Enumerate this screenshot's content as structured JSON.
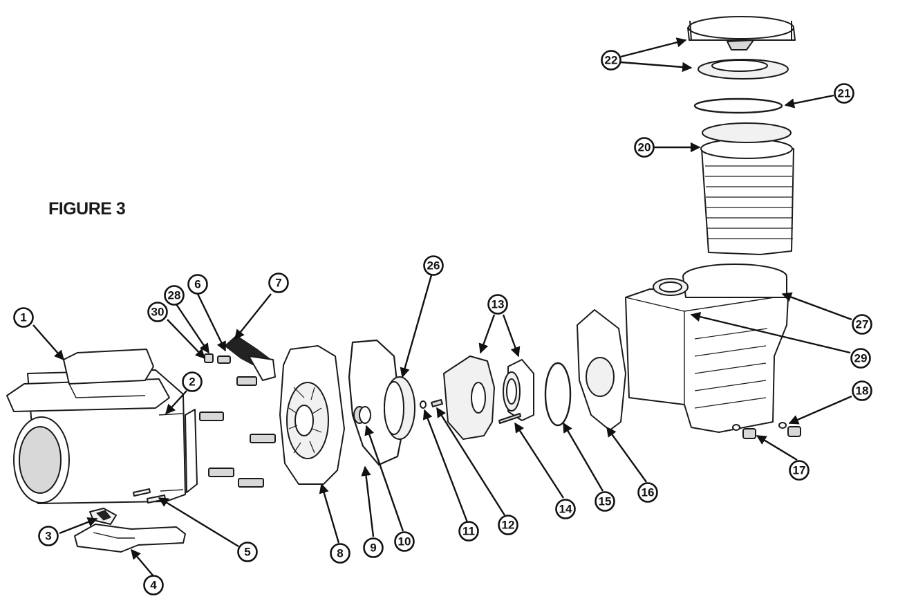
{
  "figure_title": "FIGURE 3",
  "callouts": [
    "1",
    "2",
    "3",
    "4",
    "5",
    "6",
    "7",
    "8",
    "9",
    "10",
    "11",
    "12",
    "13",
    "13",
    "14",
    "15",
    "16",
    "17",
    "18",
    "20",
    "21",
    "22",
    "22",
    "26",
    "27",
    "28",
    "29",
    "30"
  ]
}
